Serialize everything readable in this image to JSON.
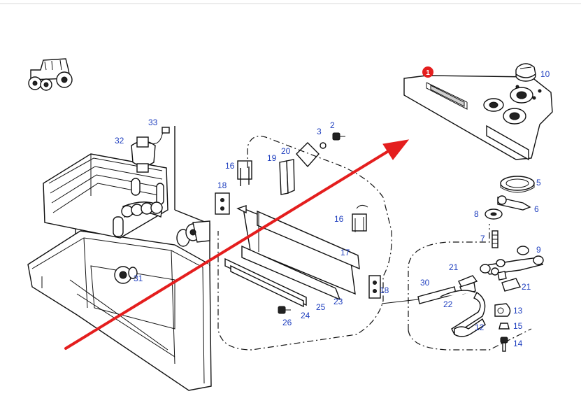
{
  "accent_color": "#e41e1e",
  "label_color": "#1f3fbf",
  "badge": {
    "text": "1",
    "color": "#e41e1e"
  },
  "callouts": [
    {
      "id": "c10",
      "text": "10"
    },
    {
      "id": "c33",
      "text": "33"
    },
    {
      "id": "c32",
      "text": "32"
    },
    {
      "id": "c3",
      "text": "3"
    },
    {
      "id": "c2",
      "text": "2"
    },
    {
      "id": "c20",
      "text": "20"
    },
    {
      "id": "c19",
      "text": "19"
    },
    {
      "id": "c16a",
      "text": "16"
    },
    {
      "id": "c18a",
      "text": "18"
    },
    {
      "id": "c5",
      "text": "5"
    },
    {
      "id": "c6",
      "text": "6"
    },
    {
      "id": "c8",
      "text": "8"
    },
    {
      "id": "c16b",
      "text": "16"
    },
    {
      "id": "c7",
      "text": "7"
    },
    {
      "id": "c9",
      "text": "9"
    },
    {
      "id": "c17",
      "text": "17"
    },
    {
      "id": "c21a",
      "text": "21"
    },
    {
      "id": "c31",
      "text": "31"
    },
    {
      "id": "c30",
      "text": "30"
    },
    {
      "id": "c21b",
      "text": "21"
    },
    {
      "id": "c18b",
      "text": "18"
    },
    {
      "id": "c23",
      "text": "23"
    },
    {
      "id": "c22",
      "text": "22"
    },
    {
      "id": "c25",
      "text": "25"
    },
    {
      "id": "c13",
      "text": "13"
    },
    {
      "id": "c24",
      "text": "24"
    },
    {
      "id": "c26",
      "text": "26"
    },
    {
      "id": "c12",
      "text": "12"
    },
    {
      "id": "c15",
      "text": "15"
    },
    {
      "id": "c14",
      "text": "14"
    }
  ]
}
